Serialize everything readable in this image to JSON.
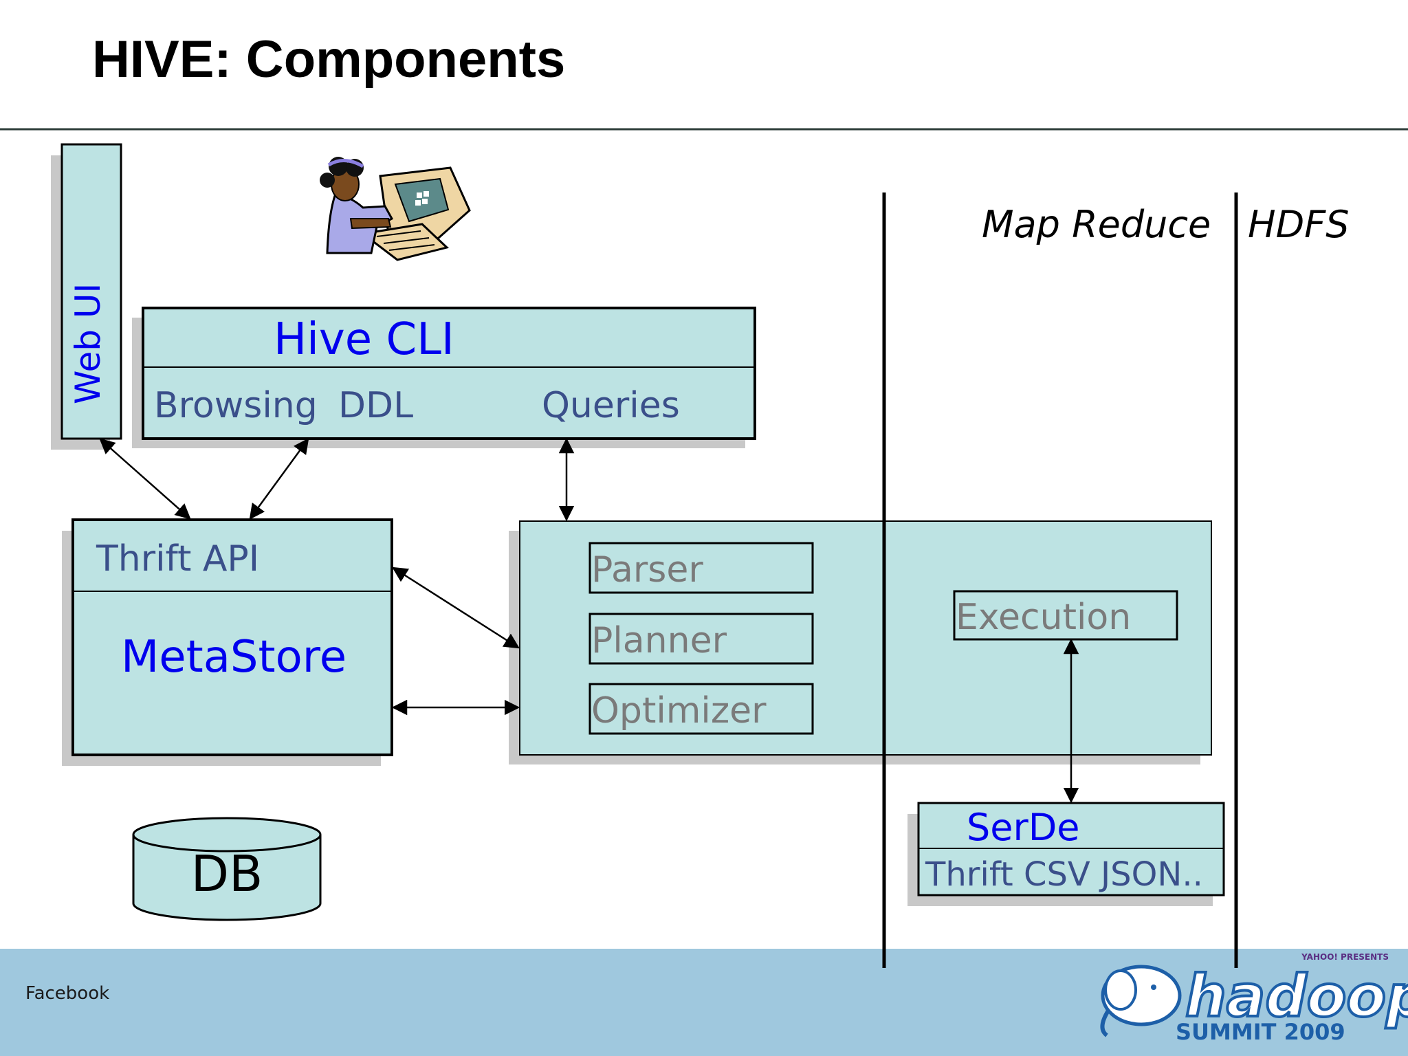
{
  "slide": {
    "title": "HIVE: Components",
    "footer_left": "Facebook"
  },
  "diagram": {
    "web_ui": "Web UI",
    "hive_cli": {
      "title": "Hive CLI",
      "items": [
        "Browsing",
        "DDL",
        "Queries"
      ]
    },
    "metastore": {
      "api": "Thrift API",
      "title": "MetaStore"
    },
    "compiler": {
      "stages": [
        "Parser",
        "Planner",
        "Optimizer"
      ]
    },
    "execution": "Execution",
    "serde": {
      "title": "SerDe",
      "formats": "Thrift  CSV  JSON.."
    },
    "db": "DB",
    "regions": {
      "map_reduce": "Map Reduce",
      "hdfs": "HDFS"
    }
  },
  "logo": {
    "sponsor": "YAHOO! PRESENTS",
    "name": "hadoop",
    "event": "SUMMIT 2009"
  },
  "colors": {
    "box_fill": "#bde3e3",
    "shadow": "#c8c8c8",
    "blue_text": "#0000ee",
    "slate_text": "#3a4f8a",
    "gray_text": "#7a7a7a",
    "footer_bg": "#9fc8de",
    "logo_blue": "#1d5fa8"
  }
}
